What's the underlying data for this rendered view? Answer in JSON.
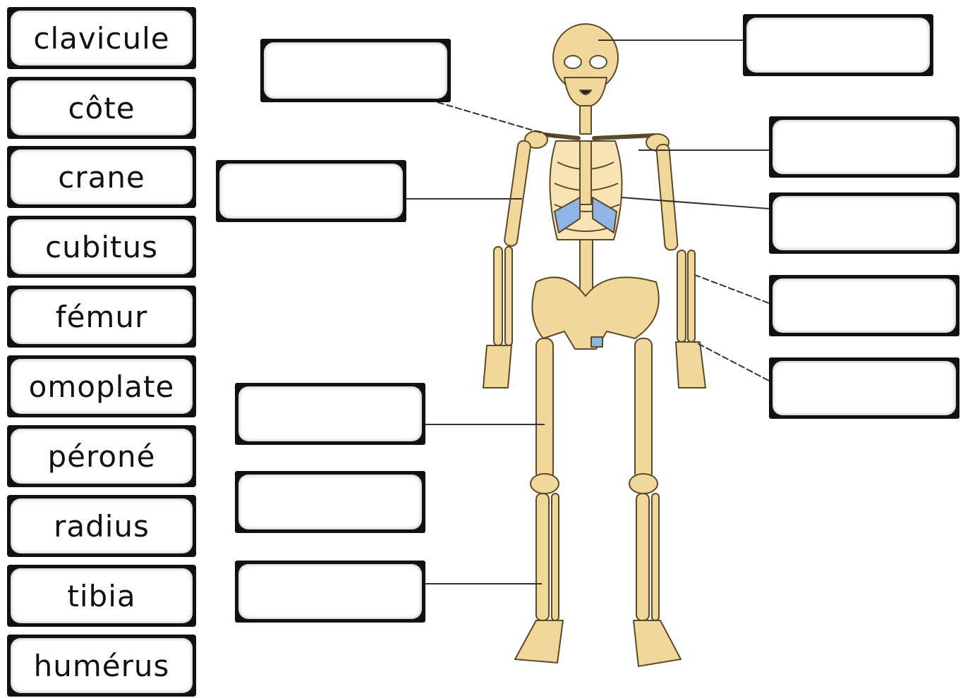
{
  "word_bank": [
    {
      "label": "clavicule"
    },
    {
      "label": "côte"
    },
    {
      "label": "crane"
    },
    {
      "label": "cubitus"
    },
    {
      "label": "fémur"
    },
    {
      "label": "omoplate"
    },
    {
      "label": "péroné"
    },
    {
      "label": "radius"
    },
    {
      "label": "tibia"
    },
    {
      "label": "humérus"
    }
  ],
  "colors": {
    "bone": "#f2d79a",
    "bone_outline": "#5a4a2a",
    "highlight": "#8fb4e6",
    "box_border": "#111111"
  }
}
